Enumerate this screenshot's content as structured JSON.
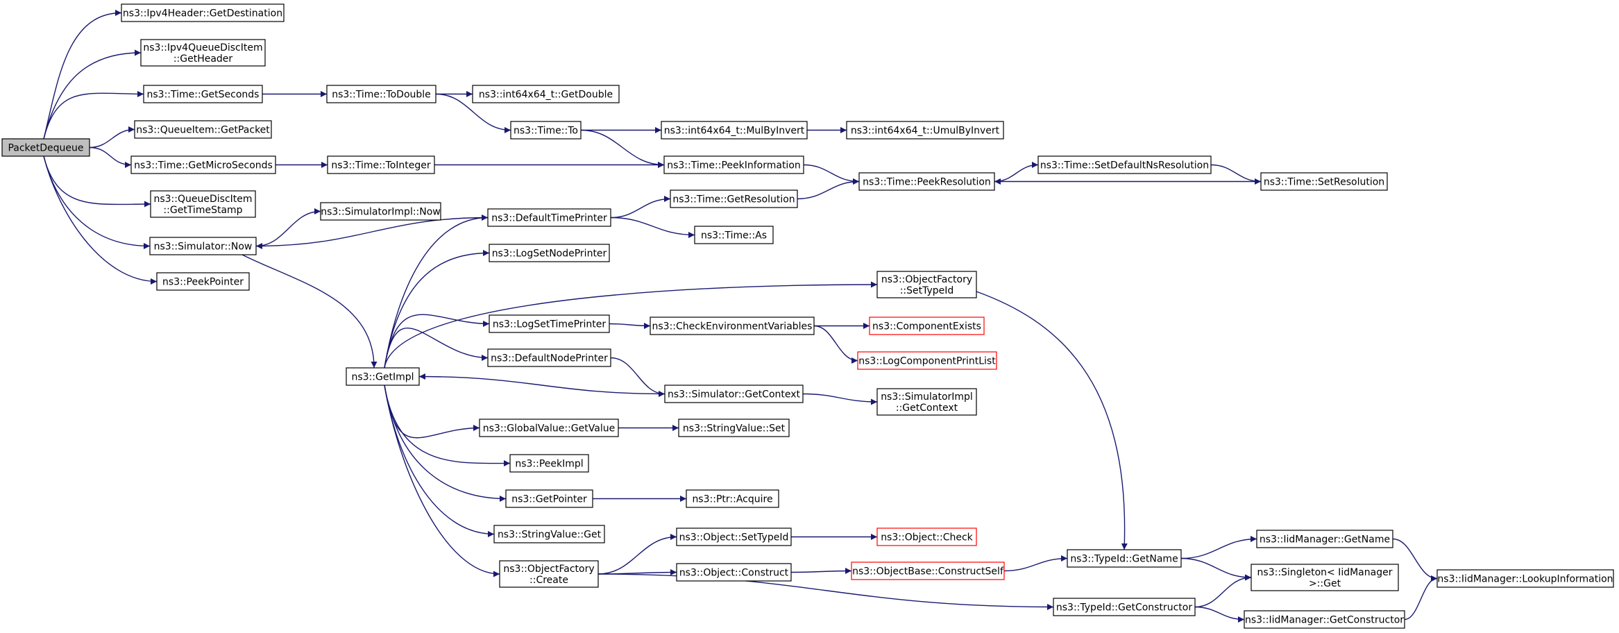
{
  "graph": {
    "colors": {
      "edge": "#191970",
      "node_border": "#000000",
      "node_fill": "#ffffff",
      "root_fill": "#bfbfbf",
      "truncated_border": "#ff0000"
    },
    "nodes": [
      {
        "id": "packetdequeue",
        "lines": [
          "PacketDequeue"
        ],
        "root": true
      },
      {
        "id": "ipv4header-getdestination",
        "lines": [
          "ns3::Ipv4Header::GetDestination"
        ]
      },
      {
        "id": "ipv4queuedisc-getheader",
        "lines": [
          "ns3::Ipv4QueueDiscItem",
          "::GetHeader"
        ]
      },
      {
        "id": "time-getseconds",
        "lines": [
          "ns3::Time::GetSeconds"
        ]
      },
      {
        "id": "queueitem-getpacket",
        "lines": [
          "ns3::QueueItem::GetPacket"
        ]
      },
      {
        "id": "time-getmicroseconds",
        "lines": [
          "ns3::Time::GetMicroSeconds"
        ]
      },
      {
        "id": "queuedisc-gettimestamp",
        "lines": [
          "ns3::QueueDiscItem",
          "::GetTimeStamp"
        ]
      },
      {
        "id": "simulator-now",
        "lines": [
          "ns3::Simulator::Now"
        ]
      },
      {
        "id": "peekpointer",
        "lines": [
          "ns3::PeekPointer"
        ]
      },
      {
        "id": "time-todouble",
        "lines": [
          "ns3::Time::ToDouble"
        ]
      },
      {
        "id": "time-tointeger",
        "lines": [
          "ns3::Time::ToInteger"
        ]
      },
      {
        "id": "simulatorimpl-now",
        "lines": [
          "ns3::SimulatorImpl::Now"
        ]
      },
      {
        "id": "getimpl",
        "lines": [
          "ns3::GetImpl"
        ]
      },
      {
        "id": "int64-getdouble",
        "lines": [
          "ns3::int64x64_t::GetDouble"
        ]
      },
      {
        "id": "time-to",
        "lines": [
          "ns3::Time::To"
        ]
      },
      {
        "id": "defaulttimeprinter",
        "lines": [
          "ns3::DefaultTimePrinter"
        ]
      },
      {
        "id": "logsetnodeprinter",
        "lines": [
          "ns3::LogSetNodePrinter"
        ]
      },
      {
        "id": "logsettimeprinter",
        "lines": [
          "ns3::LogSetTimePrinter"
        ]
      },
      {
        "id": "defaultnodeprinter",
        "lines": [
          "ns3::DefaultNodePrinter"
        ]
      },
      {
        "id": "globalvalue-getvalue",
        "lines": [
          "ns3::GlobalValue::GetValue"
        ]
      },
      {
        "id": "peekimpl",
        "lines": [
          "ns3::PeekImpl"
        ]
      },
      {
        "id": "getpointer",
        "lines": [
          "ns3::GetPointer"
        ]
      },
      {
        "id": "stringvalue-get",
        "lines": [
          "ns3::StringValue::Get"
        ]
      },
      {
        "id": "objectfactory-create",
        "lines": [
          "ns3::ObjectFactory",
          "::Create"
        ]
      },
      {
        "id": "int64-mulbyinvert",
        "lines": [
          "ns3::int64x64_t::MulByInvert"
        ]
      },
      {
        "id": "time-peekinformation",
        "lines": [
          "ns3::Time::PeekInformation"
        ]
      },
      {
        "id": "time-getresolution",
        "lines": [
          "ns3::Time::GetResolution"
        ]
      },
      {
        "id": "time-as",
        "lines": [
          "ns3::Time::As"
        ]
      },
      {
        "id": "checkenvvars",
        "lines": [
          "ns3::CheckEnvironmentVariables"
        ]
      },
      {
        "id": "simulator-getcontext",
        "lines": [
          "ns3::Simulator::GetContext"
        ]
      },
      {
        "id": "stringvalue-set",
        "lines": [
          "ns3::StringValue::Set"
        ]
      },
      {
        "id": "ptr-acquire",
        "lines": [
          "ns3::Ptr::Acquire"
        ]
      },
      {
        "id": "object-settypeid",
        "lines": [
          "ns3::Object::SetTypeId"
        ]
      },
      {
        "id": "object-construct",
        "lines": [
          "ns3::Object::Construct"
        ]
      },
      {
        "id": "int64-umulbyinvert",
        "lines": [
          "ns3::int64x64_t::UmulByInvert"
        ]
      },
      {
        "id": "time-peekresolution",
        "lines": [
          "ns3::Time::PeekResolution"
        ]
      },
      {
        "id": "objectfactory-settypeid",
        "lines": [
          "ns3::ObjectFactory",
          "::SetTypeId"
        ]
      },
      {
        "id": "componentexists",
        "lines": [
          "ns3::ComponentExists"
        ],
        "truncated": true
      },
      {
        "id": "logcomponentprintlist",
        "lines": [
          "ns3::LogComponentPrintList"
        ],
        "truncated": true
      },
      {
        "id": "simulatorimpl-getcontext",
        "lines": [
          "ns3::SimulatorImpl",
          "::GetContext"
        ]
      },
      {
        "id": "object-check",
        "lines": [
          "ns3::Object::Check"
        ],
        "truncated": true
      },
      {
        "id": "objectbase-constructself",
        "lines": [
          "ns3::ObjectBase::ConstructSelf"
        ],
        "truncated": true
      },
      {
        "id": "time-setdefaultnsresolution",
        "lines": [
          "ns3::Time::SetDefaultNsResolution"
        ]
      },
      {
        "id": "time-setresolution",
        "lines": [
          "ns3::Time::SetResolution"
        ]
      },
      {
        "id": "typeid-getname",
        "lines": [
          "ns3::TypeId::GetName"
        ]
      },
      {
        "id": "typeid-getconstructor",
        "lines": [
          "ns3::TypeId::GetConstructor"
        ]
      },
      {
        "id": "iidmanager-getname",
        "lines": [
          "ns3::IidManager::GetName"
        ]
      },
      {
        "id": "singleton-get",
        "lines": [
          "ns3::Singleton< IidManager",
          " >::Get"
        ]
      },
      {
        "id": "iidmanager-getconstructor",
        "lines": [
          "ns3::IidManager::GetConstructor"
        ]
      },
      {
        "id": "iidmanager-lookupinformation",
        "lines": [
          "ns3::IidManager::LookupInformation"
        ]
      }
    ],
    "edges": [
      [
        "packetdequeue",
        "ipv4header-getdestination"
      ],
      [
        "packetdequeue",
        "ipv4queuedisc-getheader"
      ],
      [
        "packetdequeue",
        "time-getseconds"
      ],
      [
        "packetdequeue",
        "queueitem-getpacket"
      ],
      [
        "packetdequeue",
        "time-getmicroseconds"
      ],
      [
        "packetdequeue",
        "queuedisc-gettimestamp"
      ],
      [
        "packetdequeue",
        "simulator-now"
      ],
      [
        "packetdequeue",
        "peekpointer"
      ],
      [
        "time-getseconds",
        "time-todouble"
      ],
      [
        "time-getmicroseconds",
        "time-tointeger"
      ],
      [
        "simulator-now",
        "simulatorimpl-now"
      ],
      [
        "simulator-now",
        "getimpl"
      ],
      [
        "time-todouble",
        "int64-getdouble"
      ],
      [
        "time-todouble",
        "time-to"
      ],
      [
        "time-tointeger",
        "time-peekinformation"
      ],
      [
        "time-to",
        "int64-mulbyinvert"
      ],
      [
        "time-to",
        "time-peekinformation"
      ],
      [
        "int64-mulbyinvert",
        "int64-umulbyinvert"
      ],
      [
        "time-peekinformation",
        "time-peekresolution"
      ],
      [
        "time-peekresolution",
        "time-setdefaultnsresolution"
      ],
      [
        "time-setdefaultnsresolution",
        "time-setresolution"
      ],
      [
        "time-setresolution",
        "time-peekresolution"
      ],
      [
        "getimpl",
        "defaulttimeprinter"
      ],
      [
        "getimpl",
        "logsetnodeprinter"
      ],
      [
        "getimpl",
        "objectfactory-settypeid"
      ],
      [
        "getimpl",
        "logsettimeprinter"
      ],
      [
        "getimpl",
        "defaultnodeprinter"
      ],
      [
        "getimpl",
        "globalvalue-getvalue"
      ],
      [
        "getimpl",
        "peekimpl"
      ],
      [
        "getimpl",
        "getpointer"
      ],
      [
        "getimpl",
        "stringvalue-get"
      ],
      [
        "getimpl",
        "objectfactory-create"
      ],
      [
        "defaulttimeprinter",
        "simulator-now"
      ],
      [
        "defaulttimeprinter",
        "time-getresolution"
      ],
      [
        "defaulttimeprinter",
        "time-as"
      ],
      [
        "time-getresolution",
        "time-peekresolution"
      ],
      [
        "logsettimeprinter",
        "checkenvvars"
      ],
      [
        "checkenvvars",
        "componentexists"
      ],
      [
        "checkenvvars",
        "logcomponentprintlist"
      ],
      [
        "defaultnodeprinter",
        "simulator-getcontext"
      ],
      [
        "simulator-getcontext",
        "getimpl"
      ],
      [
        "simulator-getcontext",
        "simulatorimpl-getcontext"
      ],
      [
        "globalvalue-getvalue",
        "stringvalue-set"
      ],
      [
        "getpointer",
        "ptr-acquire"
      ],
      [
        "objectfactory-settypeid",
        "typeid-getname"
      ],
      [
        "objectfactory-create",
        "object-settypeid"
      ],
      [
        "objectfactory-create",
        "object-construct"
      ],
      [
        "objectfactory-create",
        "typeid-getconstructor"
      ],
      [
        "object-settypeid",
        "object-check"
      ],
      [
        "object-construct",
        "objectbase-constructself"
      ],
      [
        "objectbase-constructself",
        "typeid-getname"
      ],
      [
        "typeid-getname",
        "iidmanager-getname"
      ],
      [
        "typeid-getname",
        "singleton-get"
      ],
      [
        "typeid-getconstructor",
        "singleton-get"
      ],
      [
        "typeid-getconstructor",
        "iidmanager-getconstructor"
      ],
      [
        "iidmanager-getname",
        "iidmanager-lookupinformation"
      ],
      [
        "iidmanager-getconstructor",
        "iidmanager-lookupinformation"
      ]
    ]
  }
}
